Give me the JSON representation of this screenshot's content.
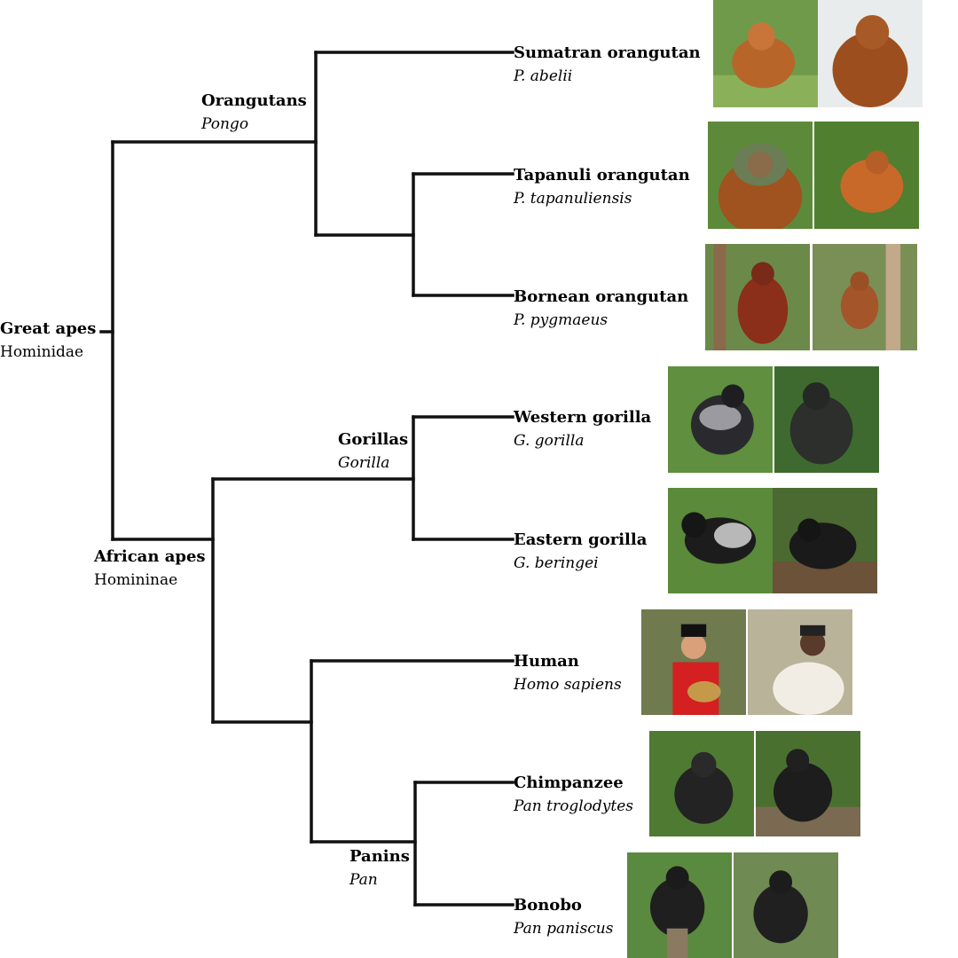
{
  "diagram": {
    "root": {
      "name": "Great apes",
      "taxon": "Hominidae"
    },
    "clades": {
      "orangutans": {
        "name": "Orangutans",
        "taxon": "Pongo"
      },
      "african_apes": {
        "name": "African apes",
        "taxon": "Homininae"
      },
      "gorillas": {
        "name": "Gorillas",
        "taxon": "Gorilla"
      },
      "panins": {
        "name": "Panins",
        "taxon": "Pan"
      }
    },
    "species": [
      {
        "name": "Sumatran orangutan",
        "taxon": "P. abelii"
      },
      {
        "name": "Tapanuli orangutan",
        "taxon": "P. tapanuliensis"
      },
      {
        "name": "Bornean orangutan",
        "taxon": "P. pygmaeus"
      },
      {
        "name": "Western gorilla",
        "taxon": "G. gorilla"
      },
      {
        "name": "Eastern gorilla",
        "taxon": "G. beringei"
      },
      {
        "name": "Human",
        "taxon": "Homo sapiens"
      },
      {
        "name": "Chimpanzee",
        "taxon": "Pan troglodytes"
      },
      {
        "name": "Bonobo",
        "taxon": "Pan paniscus"
      }
    ]
  },
  "colors": {
    "line": "#111111",
    "text": "#000000",
    "background": "#ffffff"
  }
}
